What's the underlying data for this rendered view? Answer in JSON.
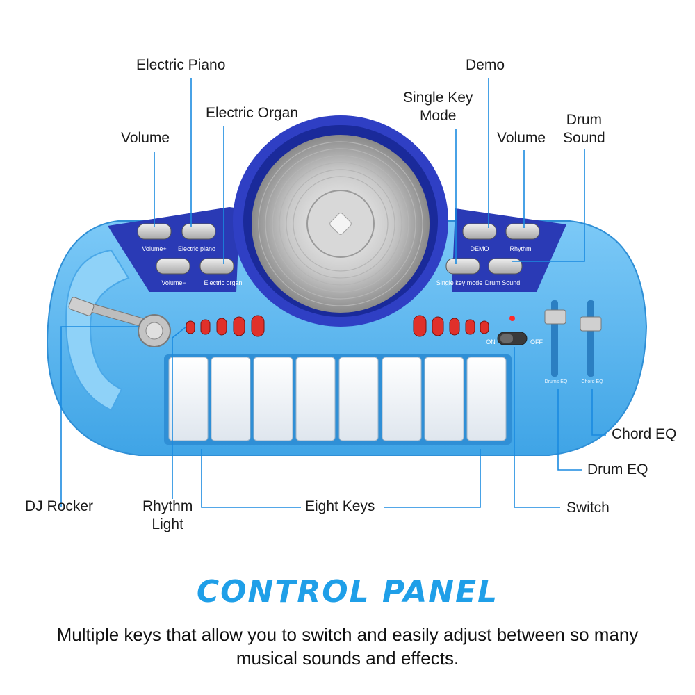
{
  "callouts": {
    "electric_piano": "Electric Piano",
    "electric_organ": "Electric Organ",
    "volume_left": "Volume",
    "demo": "Demo",
    "single_key_mode_line1": "Single Key",
    "single_key_mode_line2": "Mode",
    "volume_right": "Volume",
    "drum_sound_line1": "Drum",
    "drum_sound_line2": "Sound",
    "chord_eq": "Chord EQ",
    "drum_eq": "Drum EQ",
    "dj_rocker": "DJ Rocker",
    "rhythm_light_line1": "Rhythm",
    "rhythm_light_line2": "Light",
    "eight_keys": "Eight Keys",
    "switch": "Switch"
  },
  "device_labels": {
    "volume_plus": "Volume+",
    "electric_piano": "Electric piano",
    "volume_minus": "Volume−",
    "electric_organ": "Electric organ",
    "demo": "DEMO",
    "rhythm": "Rhythm",
    "single_key_mode": "Single key mode",
    "drum_sound": "Drum Sound",
    "on": "ON",
    "off": "OFF",
    "drums_eq": "Drums EQ",
    "chord_eq": "Chord EQ"
  },
  "panel": {
    "title": "CONTROL PANEL",
    "description": "Multiple keys that allow you to switch and easily adjust between so many musical sounds and effects."
  },
  "colors": {
    "body_blue": "#5cb8f2",
    "panel_navy": "#2a3ab5",
    "title_blue": "#1f9fe8",
    "led_red": "#e0302a"
  }
}
